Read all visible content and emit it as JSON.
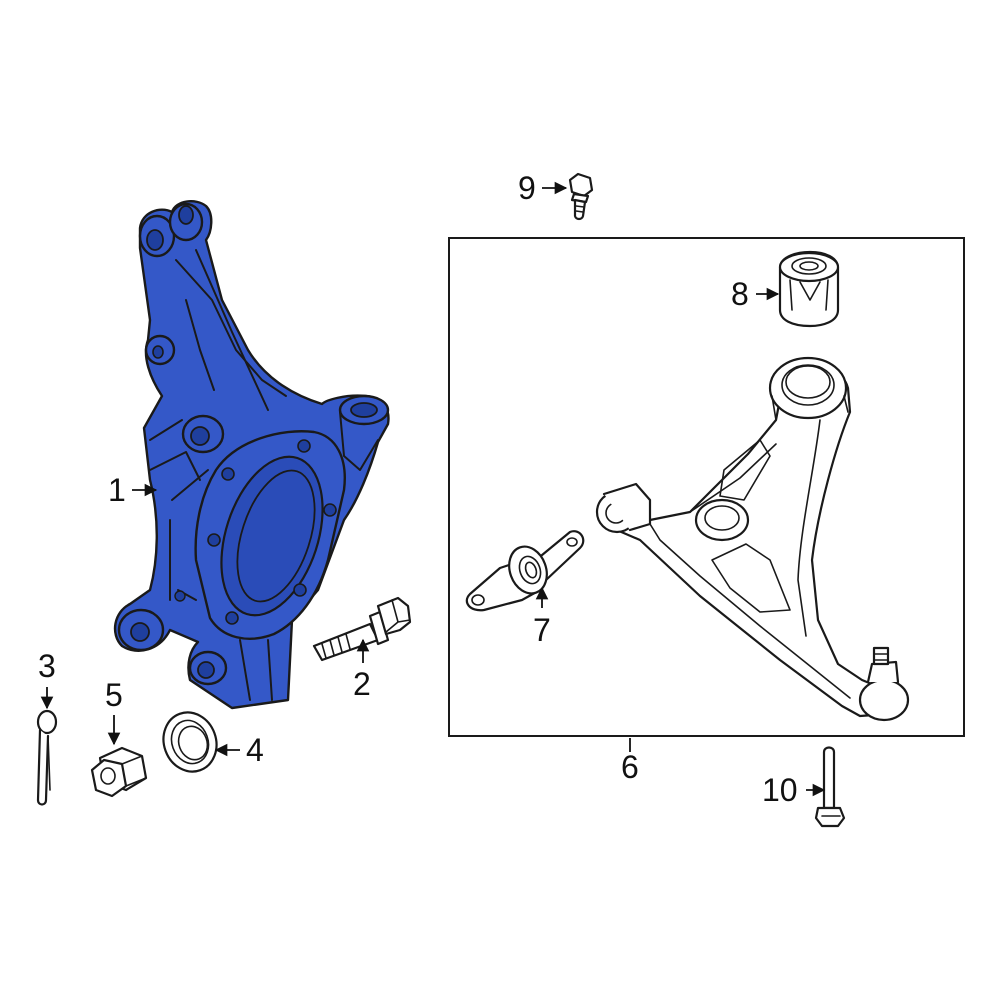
{
  "colors": {
    "highlight": "#3458c8",
    "line": "#1a1a1a",
    "background": "#ffffff"
  },
  "callouts": {
    "c1": "1",
    "c2": "2",
    "c3": "3",
    "c4": "4",
    "c5": "5",
    "c6": "6",
    "c7": "7",
    "c8": "8",
    "c9": "9",
    "c10": "10"
  }
}
